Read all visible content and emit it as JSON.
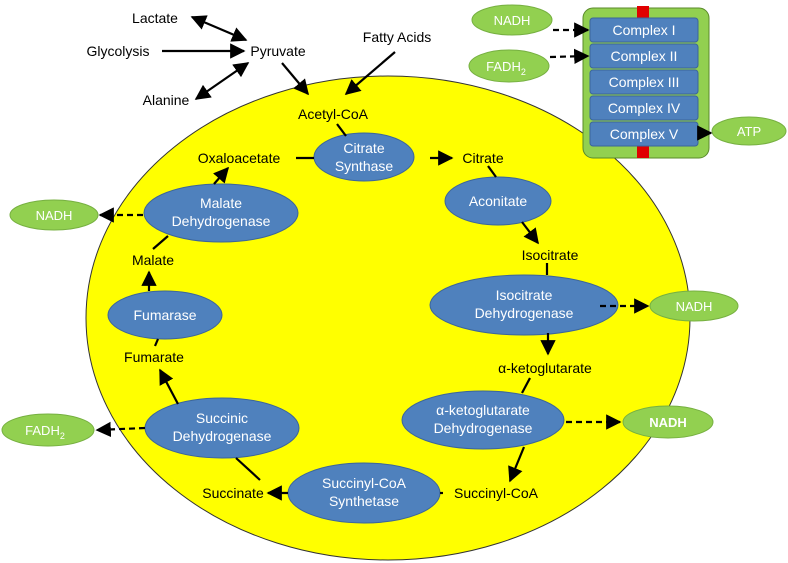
{
  "colors": {
    "cell": "#ffff00",
    "enzyme": "#4f81bd",
    "enzyme_stroke": "#3b659a",
    "cofactor": "#92d050",
    "cofactor_stroke": "#76b040",
    "membrane": "#92d050",
    "membrane_stroke": "#5a8a2a",
    "channel": "#e00000",
    "arrow": "#000000"
  },
  "metabolites": {
    "lactate": "Lactate",
    "glycolysis": "Glycolysis",
    "alanine": "Alanine",
    "pyruvate": "Pyruvate",
    "fatty_acids": "Fatty Acids",
    "acetyl_coa": "Acetyl-CoA",
    "oxaloacetate": "Oxaloacetate",
    "citrate": "Citrate",
    "isocitrate": "Isocitrate",
    "alpha_ketoglutarate": "α-ketoglutarate",
    "succinyl_coa": "Succinyl-CoA",
    "succinate": "Succinate",
    "fumarate": "Fumarate",
    "malate": "Malate"
  },
  "enzymes": {
    "citrate_synthase": [
      "Citrate",
      "Synthase"
    ],
    "aconitase": [
      "Aconitate"
    ],
    "isocitrate_dh": [
      "Isocitrate",
      "Dehydrogenase"
    ],
    "akg_dh": [
      "α-ketoglutarate",
      "Dehydrogenase"
    ],
    "succinyl_coa_synthetase": [
      "Succinyl-CoA",
      "Synthetase"
    ],
    "succinic_dh": [
      "Succinic",
      "Dehydrogenase"
    ],
    "fumarase": [
      "Fumarase"
    ],
    "malate_dh": [
      "Malate",
      "Dehydrogenase"
    ]
  },
  "cofactors": {
    "nadh_malate": "NADH",
    "fadh2_succinic": "FADH",
    "fadh2_succinic_sub": "2",
    "nadh_isocitrate": "NADH",
    "nadh_akg": "NADH",
    "nadh_etc": "NADH",
    "fadh2_etc": "FADH",
    "fadh2_etc_sub": "2",
    "atp": "ATP"
  },
  "complexes": [
    "Complex I",
    "Complex II",
    "Complex III",
    "Complex IV",
    "Complex V"
  ]
}
